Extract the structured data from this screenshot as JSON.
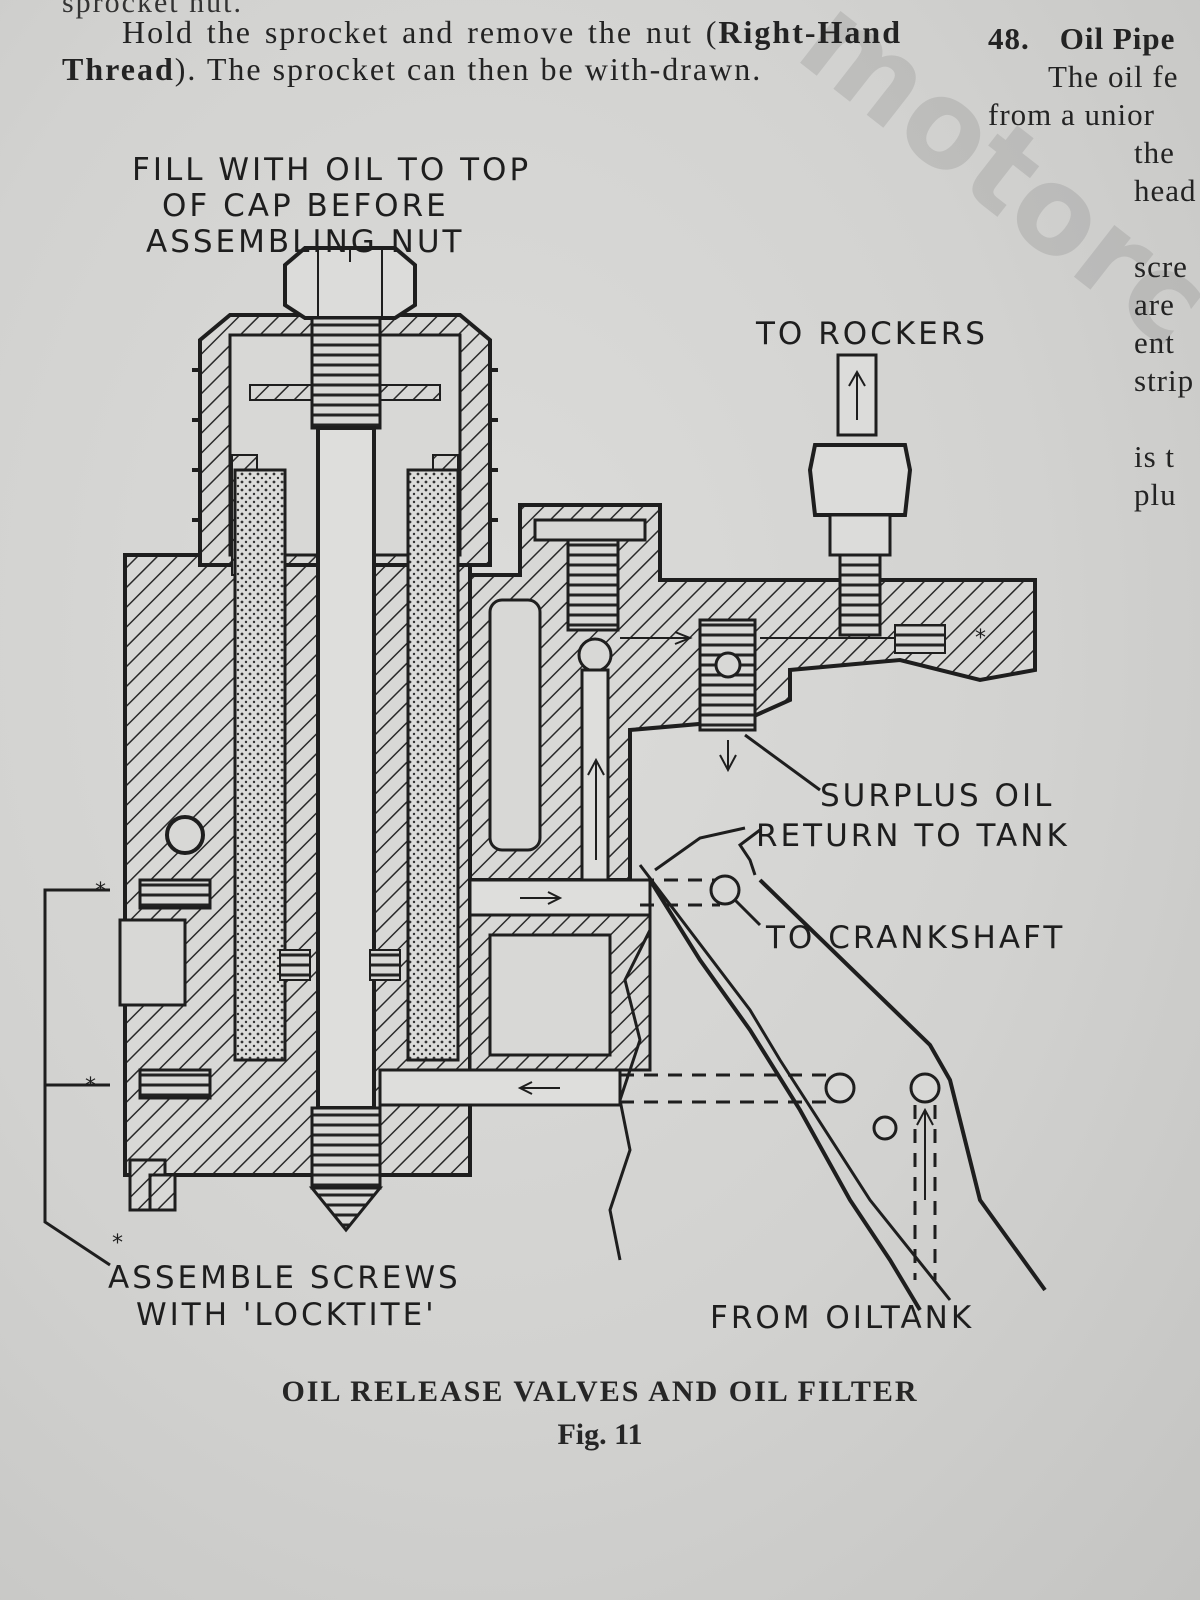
{
  "page": {
    "previous_line_fragment": "sprocket nut.",
    "intro_text_1": "Hold the sprocket and remove the nut (",
    "intro_bold_1": "Right-Hand Thread",
    "intro_text_2": "). The sprocket can then be with-drawn."
  },
  "right_column": {
    "section_number": "48.",
    "section_heading": "Oil Pipe",
    "fragments": [
      "The oil fe",
      "from a unior",
      "the",
      "head",
      "scre",
      "are",
      "ent",
      "strip",
      "is t",
      "plu"
    ]
  },
  "figure": {
    "label_fill": [
      "FILL WITH OIL TO TOP",
      "OF CAP BEFORE",
      "ASSEMBLING NUT"
    ],
    "label_to_rockers": "TO ROCKERS",
    "label_surplus": [
      "SURPLUS OIL",
      "RETURN TO TANK"
    ],
    "label_crankshaft": "TO CRANKSHAFT",
    "label_assemble": [
      "ASSEMBLE SCREWS",
      "WITH 'LOCKTITE'"
    ],
    "label_from_tank": "FROM OILTANK",
    "caption_title": "OIL RELEASE VALVES AND OIL FILTER",
    "caption_fig": "Fig. 11",
    "marker_asterisk": "*"
  },
  "watermark": {
    "text": "motorc"
  },
  "colors": {
    "paper": "#d6d6d4",
    "ink": "#1e1e1e",
    "hatch_fill": "#2a2a2a"
  }
}
